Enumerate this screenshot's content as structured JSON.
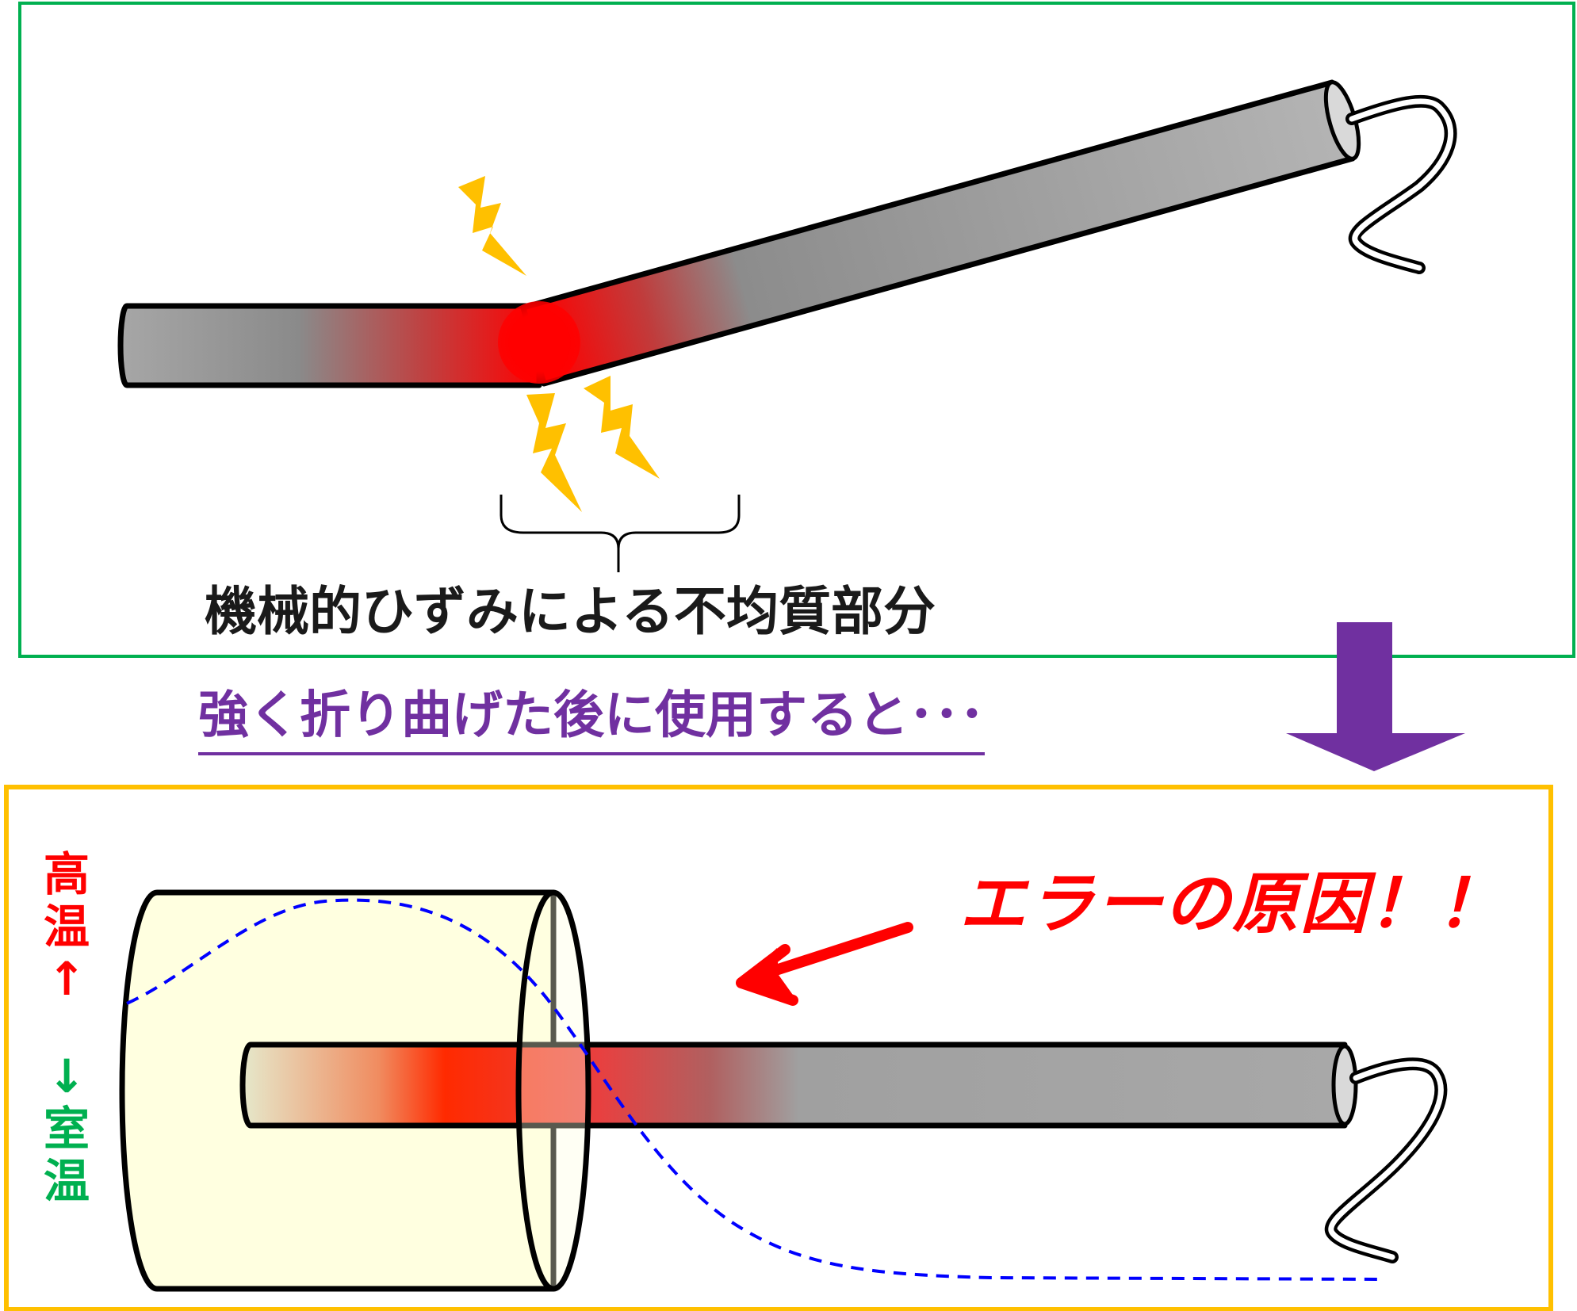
{
  "top_panel": {
    "caption": "機械的ひずみによる不均質部分",
    "border_color": "#00b050"
  },
  "transition_note": "強く折り曲げた後に使用すると･･･",
  "bottom_panel": {
    "error_label": "エラーの原因！！",
    "hot_label": "高温↑",
    "room_label": "↓室温",
    "border_color": "#ffc000"
  },
  "colors": {
    "hot": "#ff0000",
    "room_temp": "#00b050",
    "arrow": "#7030a0",
    "spark": "#ffc000",
    "temperature_curve": "#0000ff",
    "furnace": "#ffffe0"
  },
  "icons": [
    "spark-icon",
    "down-arrow-icon",
    "left-arrow-icon",
    "wire-lead-icon"
  ]
}
